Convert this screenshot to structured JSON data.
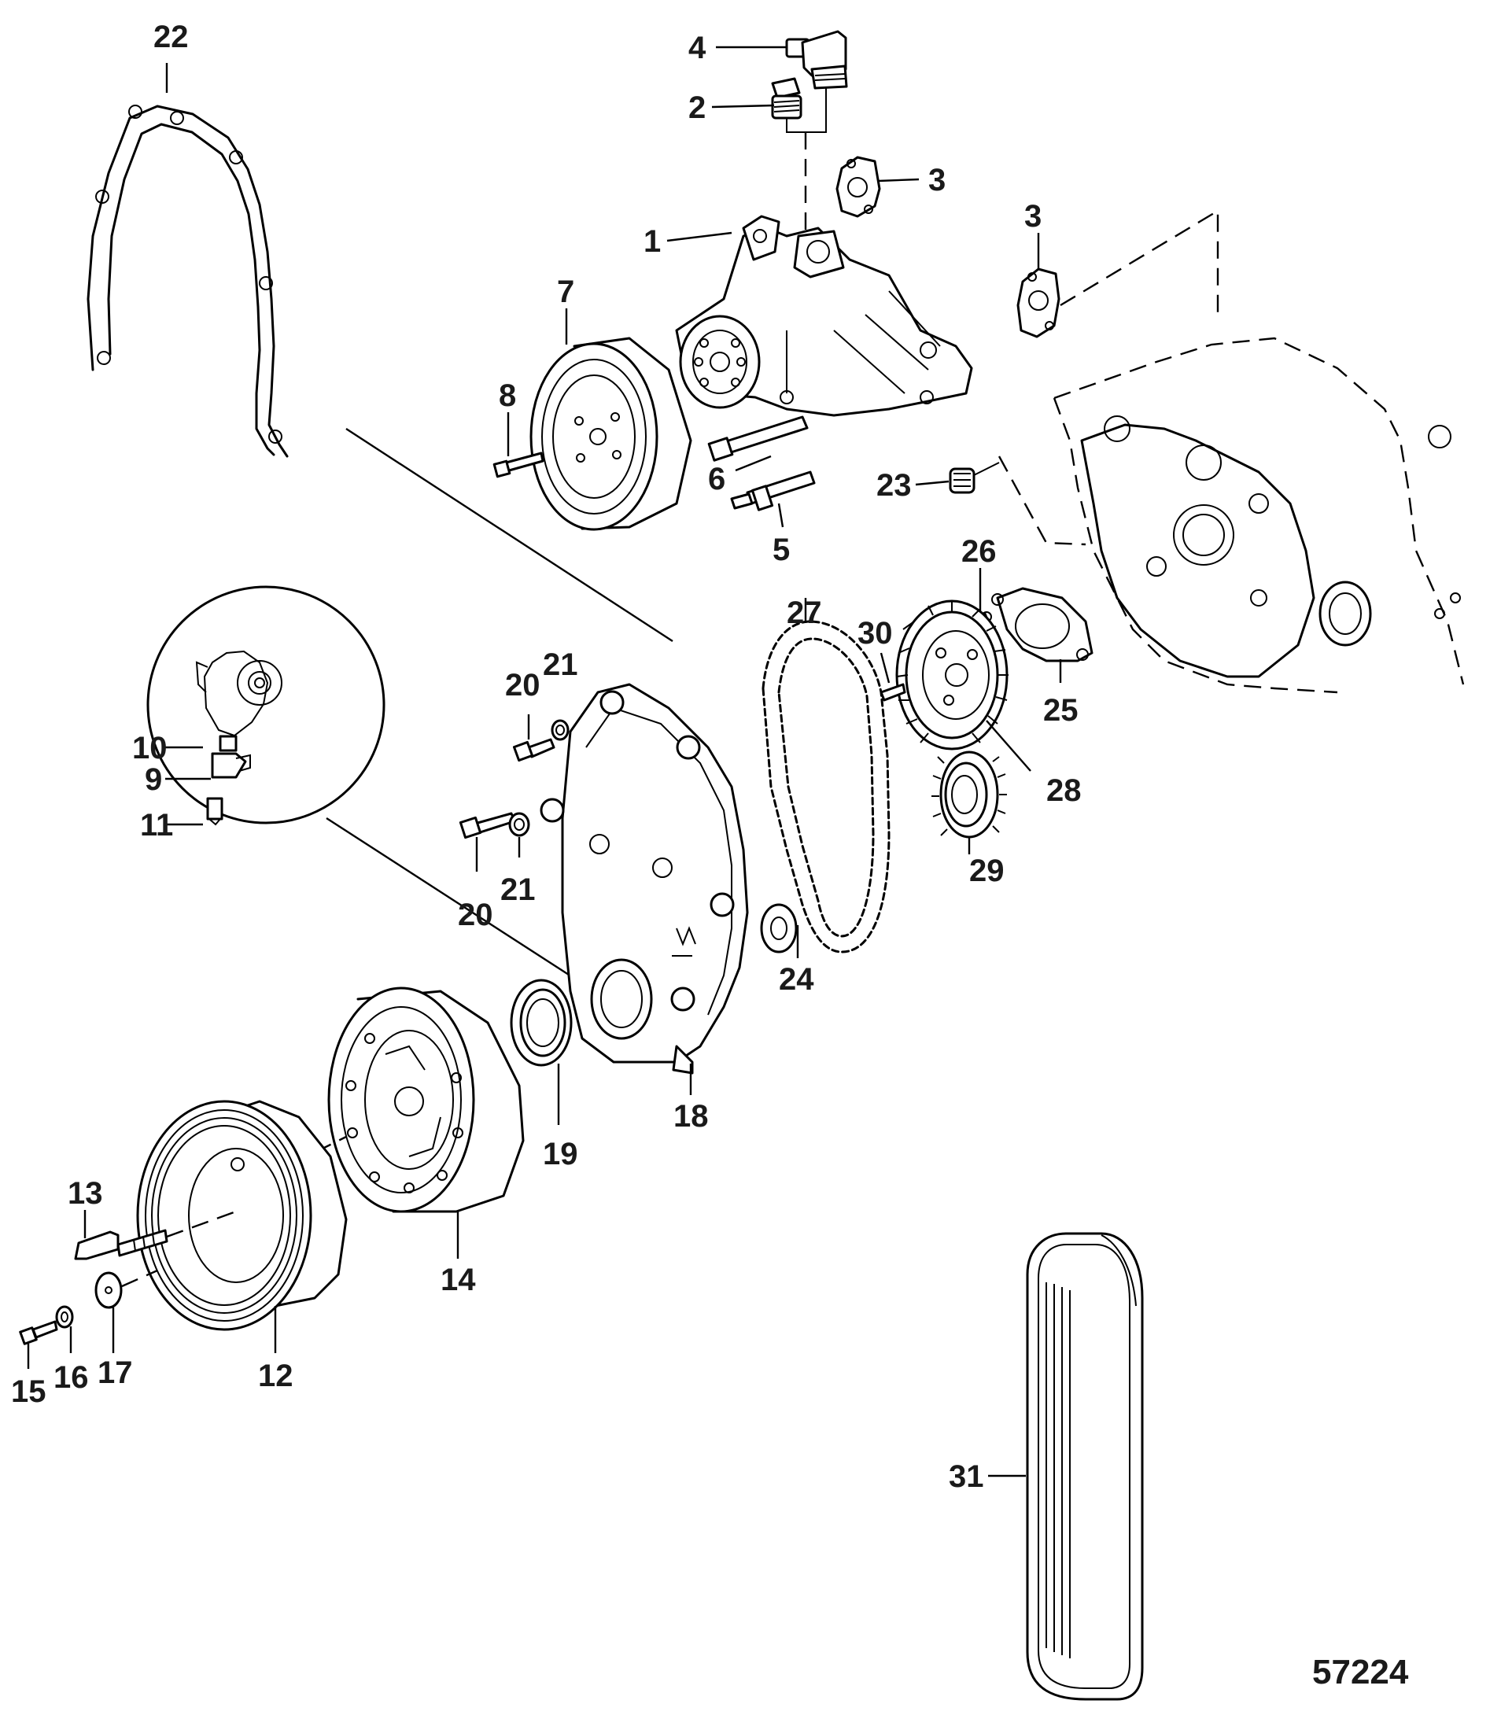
{
  "figure_number": "57224",
  "labels": {
    "l1": "1",
    "l2": "2",
    "l3a": "3",
    "l3b": "3",
    "l4": "4",
    "l5": "5",
    "l6": "6",
    "l7": "7",
    "l8": "8",
    "l9": "9",
    "l10": "10",
    "l11": "11",
    "l12": "12",
    "l13": "13",
    "l14": "14",
    "l15": "15",
    "l16": "16",
    "l17": "17",
    "l18": "18",
    "l19": "19",
    "l20a": "20",
    "l20b": "20",
    "l21a": "21",
    "l21b": "21",
    "l22": "22",
    "l23": "23",
    "l24": "24",
    "l25": "25",
    "l26": "26",
    "l27": "27",
    "l28": "28",
    "l29": "29",
    "l30": "30",
    "l31": "31"
  }
}
